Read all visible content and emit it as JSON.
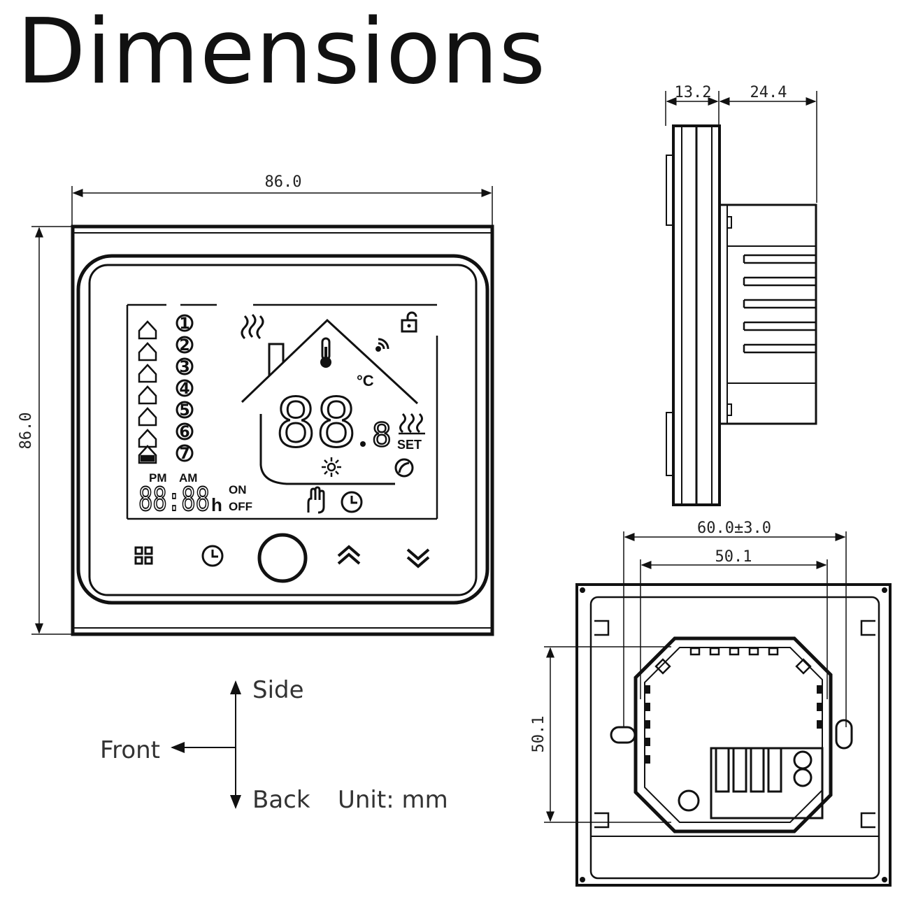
{
  "title": "Dimensions",
  "front_view": {
    "width_label": "86.0",
    "height_label": "86.0",
    "lcd": {
      "digits_main": "88",
      "digit_decimal": "8",
      "unit": "°C",
      "set_label": "SET",
      "clock_digits": "88:88",
      "clock_unit": "h",
      "pm_label": "PM",
      "am_label": "AM",
      "on_label": "ON",
      "off_label": "OFF",
      "program_numbers": [
        "1",
        "2",
        "3",
        "4",
        "5",
        "6",
        "7"
      ]
    },
    "buttons": [
      "menu-icon",
      "clock-icon",
      "power-icon",
      "chevron-up-icon",
      "chevron-down-icon"
    ]
  },
  "side_view": {
    "front_depth_label": "13.2",
    "back_depth_label": "24.4"
  },
  "back_view": {
    "outer_width_label": "60.0±3.0",
    "inner_width_label": "50.1",
    "height_label": "50.1"
  },
  "orientation": {
    "side_label": "Side",
    "front_label": "Front",
    "back_label": "Back",
    "unit_label": "Unit: mm"
  }
}
